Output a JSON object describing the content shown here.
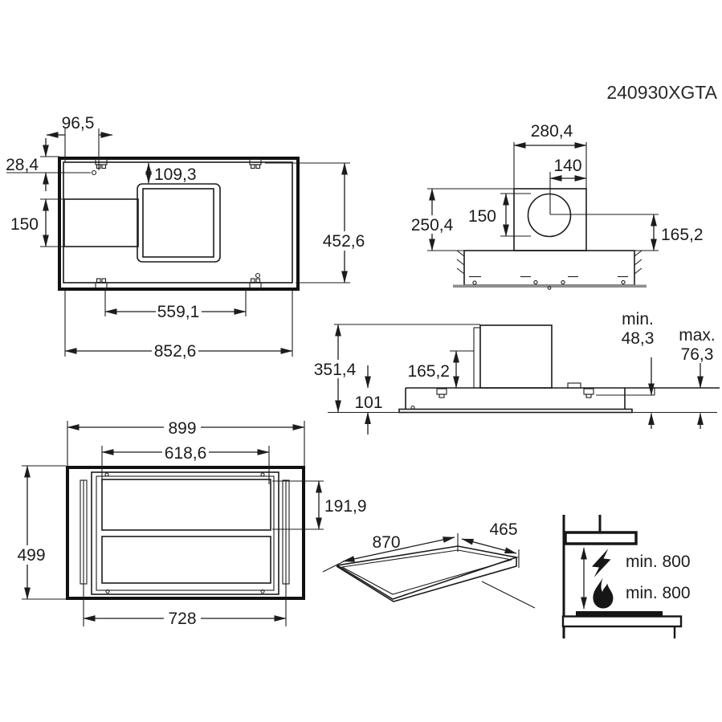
{
  "model_number": "240930XGTA",
  "accent_color": "#1c1c1c",
  "top_view": {
    "dim_bracket_offset": "96,5",
    "dim_edge_offset": "28,4",
    "dim_duct_offset": "109,3",
    "dim_duct_width": "150",
    "dim_depth": "452,6",
    "dim_bracket_span": "559,1",
    "dim_width": "852,6"
  },
  "front_view": {
    "dim_duct_box_width": "280,4",
    "dim_duct_center": "140",
    "dim_total_height": "250,4",
    "dim_duct_diameter": "150",
    "dim_outlet_height": "165,2"
  },
  "side_view": {
    "dim_total_height": "351,4",
    "dim_outlet_height": "165,2",
    "dim_body_height": "101",
    "min_label": "min.",
    "min_value": "48,3",
    "max_label": "max.",
    "max_value": "76,3"
  },
  "bottom_view": {
    "dim_width": "899",
    "dim_filter_width": "618,6",
    "dim_filter_height": "191,9",
    "dim_depth": "499",
    "dim_strip_span": "728"
  },
  "panel_view": {
    "dim_length": "870",
    "dim_depth": "465"
  },
  "clearance": {
    "electric_clearance": "min. 800",
    "gas_clearance": "min. 800"
  }
}
